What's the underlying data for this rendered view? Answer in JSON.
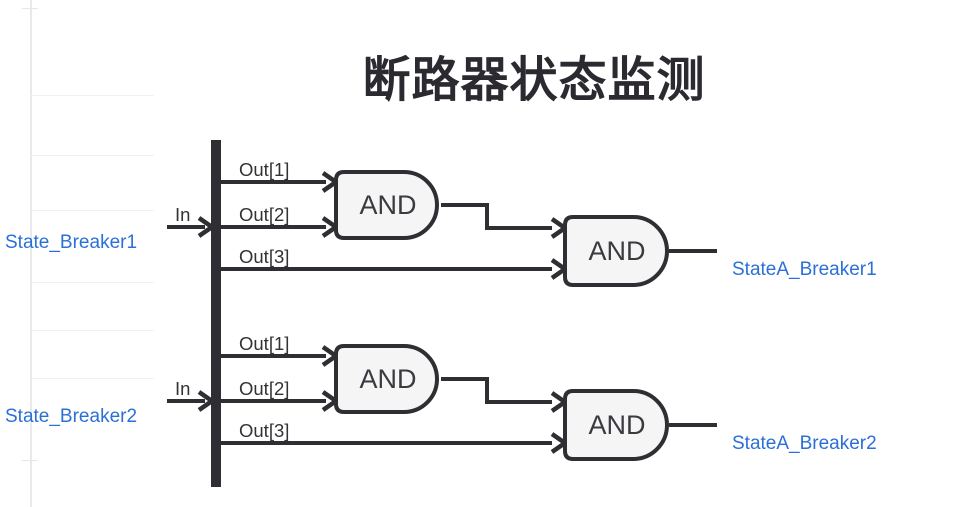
{
  "title": "断路器状态监测",
  "colors": {
    "wire": "#2e2e33",
    "gate_fill": "#f5f5f5",
    "signal_label": "#2b6fd7",
    "port_label": "#333333",
    "title": "#2a2a30"
  },
  "circuits": [
    {
      "input_label": "State_Breaker1",
      "in_port_label": "In",
      "out_ports": [
        "Out[1]",
        "Out[2]",
        "Out[3]"
      ],
      "gate1_label": "AND",
      "gate2_label": "AND",
      "output_label": "StateA_Breaker1"
    },
    {
      "input_label": "State_Breaker2",
      "in_port_label": "In",
      "out_ports": [
        "Out[1]",
        "Out[2]",
        "Out[3]"
      ],
      "gate1_label": "AND",
      "gate2_label": "AND",
      "output_label": "StateA_Breaker2"
    }
  ]
}
